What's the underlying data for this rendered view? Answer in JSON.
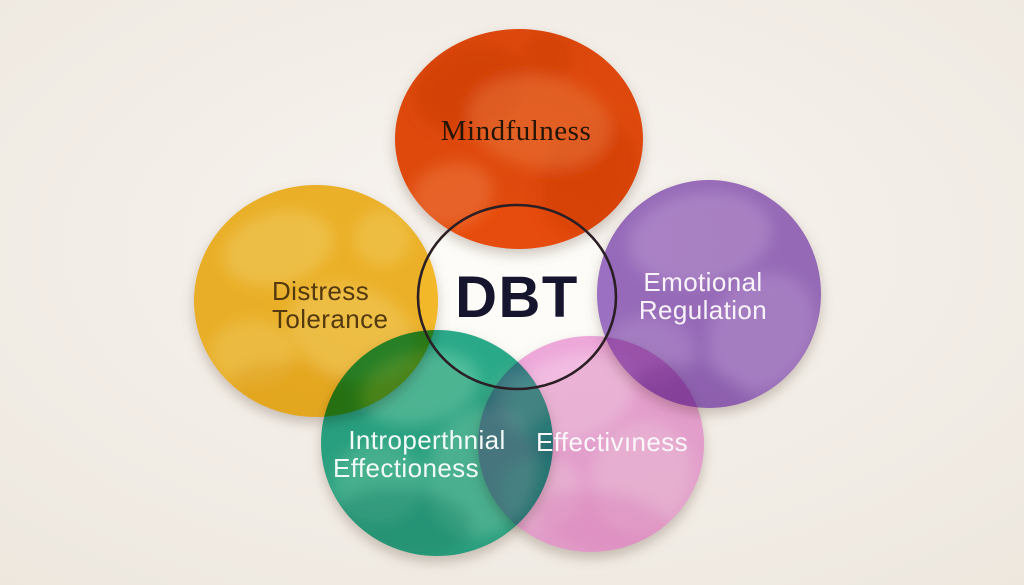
{
  "diagram": {
    "background_top": "#F8F4F0",
    "background_edge": "#EDE7DE",
    "center": {
      "label": "DBT",
      "text_color": "#15152D",
      "ring_color": "#2B1E24",
      "fill": "#FDFCF8"
    },
    "circles": [
      {
        "id": "mindfulness",
        "label_line1": "Mindfulness",
        "label_line2": "",
        "color": "#E84E0F",
        "light": "#F58247",
        "dark": "#D63E05",
        "text_color": "#241405"
      },
      {
        "id": "distress-tolerance",
        "label_line1": "Distress",
        "label_line2": "Tolerance",
        "color": "#F4BA2A",
        "light": "#FAD564",
        "dark": "#E8A91B",
        "text_color": "#54380E"
      },
      {
        "id": "emotional-regulation",
        "label_line1": "Emotional",
        "label_line2": "Regulation",
        "color": "#9C6FC7",
        "light": "#BD9ADF",
        "dark": "#8757B4",
        "text_color": "#F8F4FA"
      },
      {
        "id": "interpersonal-effectiveness",
        "label_line1": "Introperthnial",
        "label_line2": "Effectioness",
        "color": "#2BAB8C",
        "light": "#6FD0AF",
        "dark": "#1F9377",
        "text_color": "#F2FAF7"
      },
      {
        "id": "effectiveness",
        "label_line1": "Effectivıness",
        "label_line2": "",
        "color": "#EFA9E0",
        "light": "#F7CDEE",
        "dark": "#E58BD0",
        "text_color": "#FBF7FB"
      }
    ]
  }
}
